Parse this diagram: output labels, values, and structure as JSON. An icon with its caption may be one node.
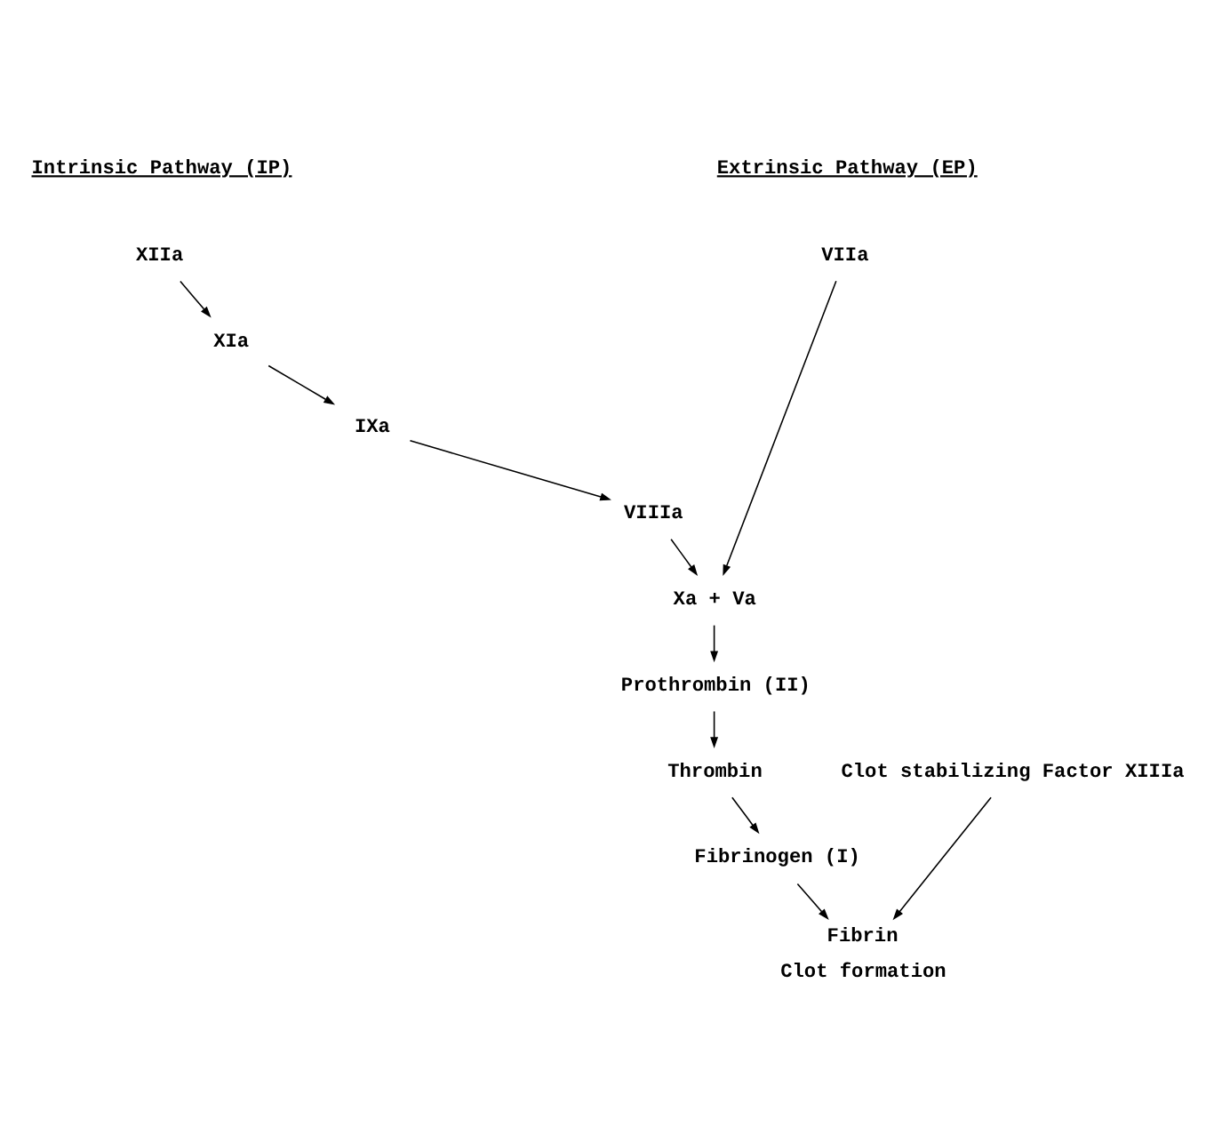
{
  "diagram": {
    "nodes": [
      {
        "text": [
          "XIIa"
        ]
      },
      {
        "text": [
          "VIIa"
        ]
      },
      {
        "text": [
          "XIa"
        ]
      },
      {
        "text": [
          "IXa"
        ]
      },
      {
        "text": [
          "VIIIa"
        ]
      },
      {
        "text": [
          "Xa + Va"
        ]
      },
      {
        "text": [
          "Prothrombin (II)"
        ]
      },
      {
        "text": [
          "Thrombin"
        ]
      },
      {
        "text": [
          "Clot stabilizing Factor XIIIa"
        ]
      },
      {
        "text": [
          "Fibrinogen (I)"
        ]
      },
      {
        "text": [
          "Fibrin"
        ],
        "beside": [
          "Clot formation"
        ]
      }
    ],
    "edges": [
      {
        "from": 0,
        "to": 2,
        "arrow": "to"
      },
      {
        "from": 2,
        "to": 3,
        "arrow": "to"
      },
      {
        "from": 3,
        "to": 4,
        "arrow": "to"
      },
      {
        "from": 4,
        "to": 5,
        "arrow": "to"
      },
      {
        "from": 1,
        "to": 5,
        "arrow": "to"
      },
      {
        "from": 5,
        "to": 6,
        "arrow": "to"
      },
      {
        "from": 6,
        "to": 7,
        "arrow": "to"
      },
      {
        "from": 7,
        "to": 9,
        "arrow": "to"
      },
      {
        "from": 9,
        "to": 10,
        "arrow": "to"
      },
      {
        "from": 8,
        "to": 10,
        "arrow": "to"
      }
    ],
    "labels": [
      "Intrinsic Pathway (IP)",
      "Extrinsic Pathway (EP)"
    ]
  }
}
